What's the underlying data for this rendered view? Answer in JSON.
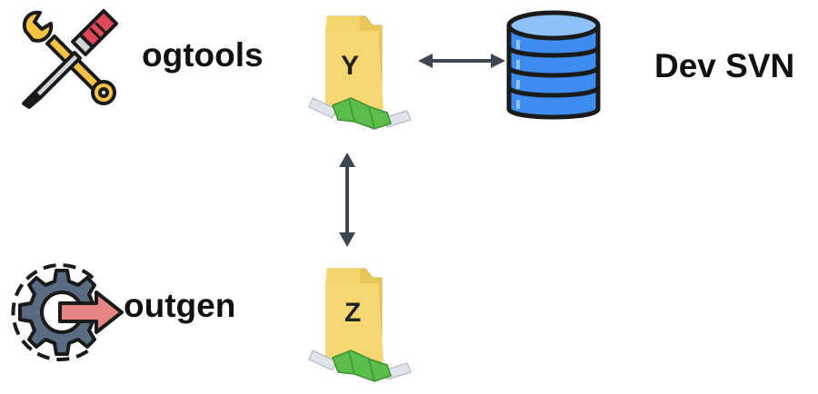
{
  "nodes": {
    "ogtools": {
      "label": "ogtools",
      "icon": "tools-icon"
    },
    "outgen": {
      "label": "outgen",
      "icon": "gear-export-icon"
    },
    "drive_y": {
      "letter": "Y",
      "icon": "network-drive-icon"
    },
    "drive_z": {
      "letter": "Z",
      "icon": "network-drive-icon"
    },
    "dev_svn": {
      "label": "Dev SVN",
      "icon": "database-icon"
    }
  },
  "connections": [
    {
      "from": "drive_y",
      "to": "dev_svn",
      "type": "bidirectional"
    },
    {
      "from": "drive_y",
      "to": "drive_z",
      "type": "bidirectional"
    }
  ],
  "colors": {
    "arrow": "#3d4752",
    "folder": "#f6d772",
    "pipe": "#5bbd4a",
    "database": "#3f8cf0",
    "outline": "#1a1a1a",
    "tool_handle_red": "#e0485a",
    "tool_wrench_yellow": "#f4c345",
    "gear_gray": "#5a6b84",
    "export_arrow": "#e58584"
  }
}
